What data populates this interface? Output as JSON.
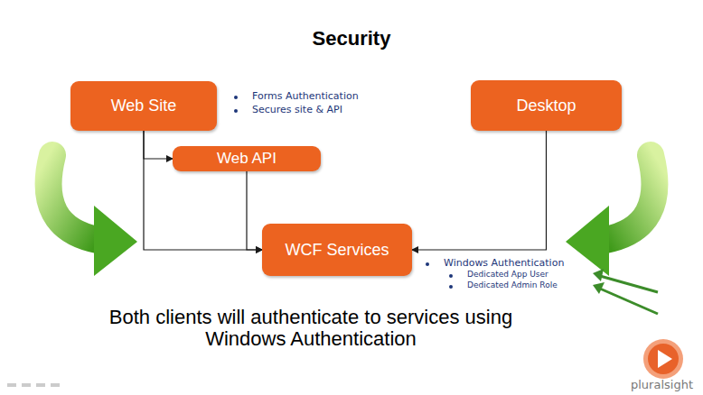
{
  "diagram": {
    "title": "Security",
    "caption": "Both clients will authenticate to services using Windows Authentication",
    "nodes": [
      {
        "text": [
          "Web Site"
        ]
      },
      {
        "text": [
          "Desktop"
        ]
      },
      {
        "text": [
          "Web API"
        ]
      },
      {
        "text": [
          "WCF Services"
        ]
      }
    ],
    "edges": [
      {
        "from": 0,
        "to": 2,
        "arrow": "to"
      },
      {
        "from": 0,
        "to": 3,
        "arrow": "to"
      },
      {
        "from": 2,
        "to": 3,
        "arrow": "to"
      },
      {
        "from": 1,
        "to": 3,
        "arrow": "to"
      }
    ],
    "labels": [
      "Forms Authentication",
      "Secures site & API",
      "Windows Authentication",
      "Dedicated App User",
      "Dedicated Admin Role",
      "pluralsight"
    ]
  }
}
